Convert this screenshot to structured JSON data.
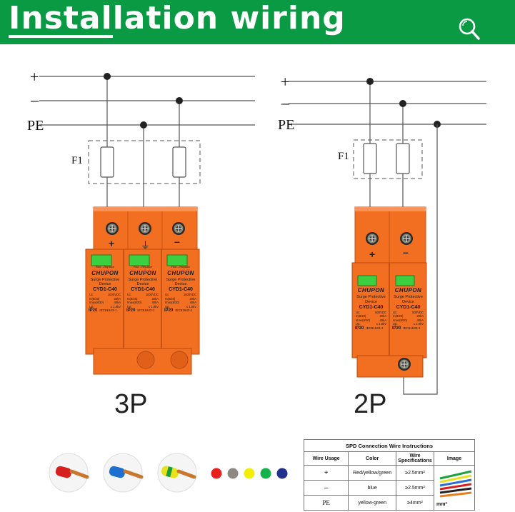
{
  "header": {
    "title": "Installation wiring"
  },
  "wiring": {
    "plus": "+",
    "minus": "–",
    "pe": "PE",
    "fuse": "F1"
  },
  "products": {
    "three_pole": {
      "label": "3P",
      "brand": "CHUPON",
      "module": {
        "title_line1": "Surge Protective",
        "title_line2": "Device",
        "model": "CYD1-C40",
        "uc": "Uc:",
        "uc_val": "1000VDC",
        "in": "In(8/20)",
        "in_val": "20kA",
        "imax": "Imax(8/20)",
        "imax_val": "40kA",
        "up": "Up:",
        "up_val": "≤ 1.8kV",
        "ip": "IP20",
        "std": "IEC61643-1",
        "replace": "Red→Replace"
      },
      "terminals": [
        "+",
        "⏚",
        "–"
      ]
    },
    "two_pole": {
      "label": "2P",
      "brand": "CHUPON",
      "module": {
        "title_line1": "Surge Protective",
        "title_line2": "Device",
        "model": "CYD1-C40",
        "uc": "Uc:",
        "uc_val": "500VDC",
        "in": "In(8/20)",
        "in_val": "20kA",
        "imax": "Imax(8/20)",
        "imax_val": "40kA",
        "up": "Up:",
        "up_val": "≤ 1.8kV",
        "ip": "IP20",
        "std": "IEC61643-1"
      },
      "terminals": [
        "+",
        "–"
      ]
    }
  },
  "wire_colors": [
    "#e8201d",
    "#8d8882",
    "#f2ee08",
    "#13b24a",
    "#21318e"
  ],
  "instructions": {
    "title": "SPD Connection Wire Instructions",
    "columns": [
      "Wire Usage",
      "Color",
      "Wire Specifications",
      "Image"
    ],
    "rows": [
      {
        "usage": "+",
        "color": "Red/yellow/green",
        "spec": "≥2.5mm²"
      },
      {
        "usage": "–",
        "color": "blue",
        "spec": "≥2.5mm²"
      },
      {
        "usage": "PE",
        "color": "yellow-green",
        "spec": "≥4mm²"
      }
    ],
    "image_label": "mm²"
  }
}
